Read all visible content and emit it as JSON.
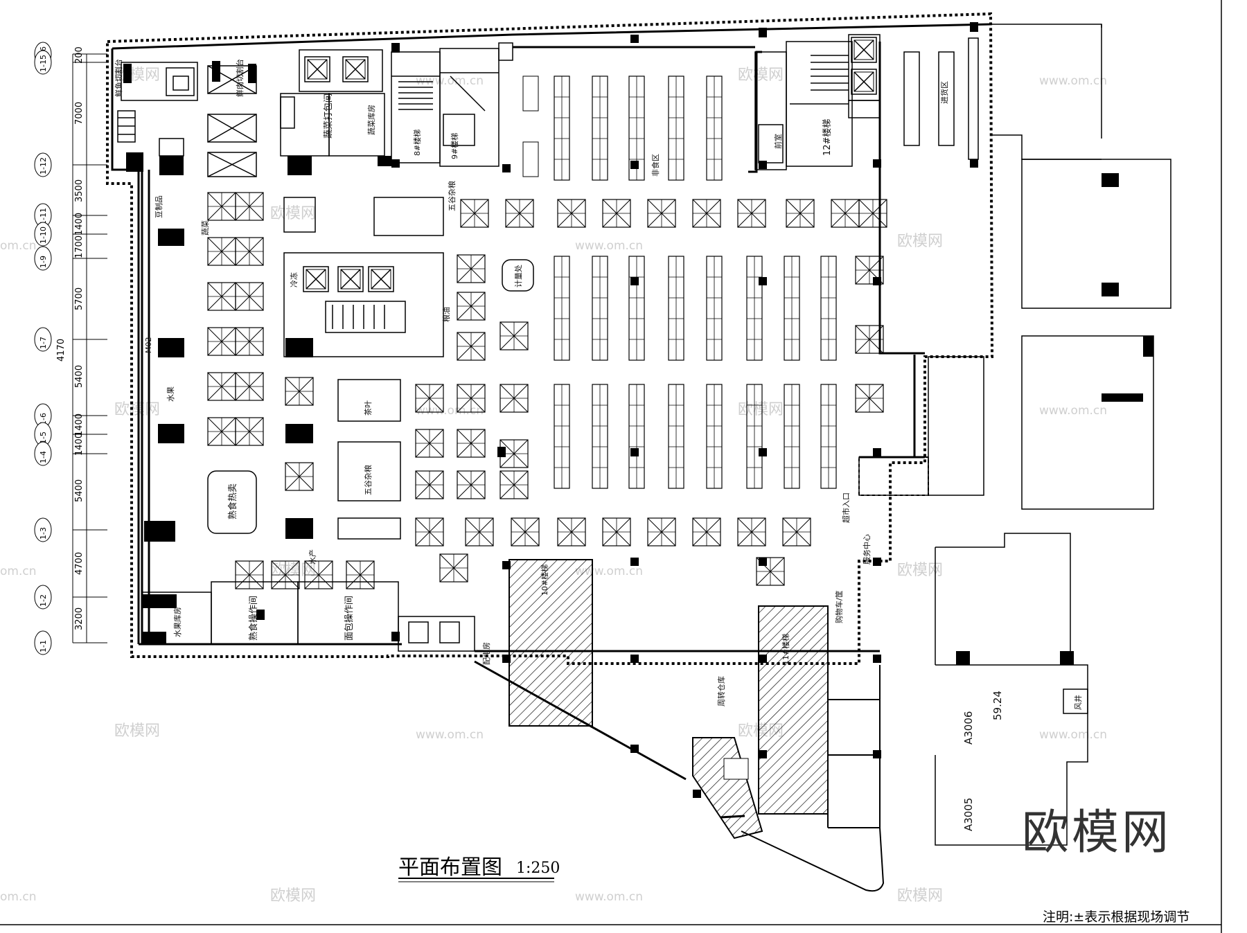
{
  "drawing": {
    "title": "平面布置图",
    "scale": "1:250",
    "note": "注明:±表示根据现场调节",
    "brand_watermark": "欧模网",
    "watermark_text": "欧模网",
    "watermark_url": "www.om.cn",
    "watermark_edge": "om.cn"
  },
  "axes": {
    "labels": [
      "1-16",
      "1-15",
      "1-12",
      "1-11",
      "1-10",
      "1-9",
      "1-7",
      "1-6",
      "1-5",
      "1-4",
      "1-3",
      "1-2",
      "1-1"
    ],
    "dimensions": [
      "200",
      "7000",
      "3500",
      "1400",
      "1700",
      "5700",
      "4170",
      "5400",
      "1400",
      "1400",
      "5400",
      "4700",
      "3200"
    ],
    "wall_tag": "M02"
  },
  "rooms": {
    "fish_station": "鲜鱼切割台",
    "meat_station": "鲜肉切割台",
    "veg_packing": "蔬菜打包间",
    "veg_store": "蔬菜库房",
    "stair_8": "8#楼梯",
    "stair_9": "9#楼梯",
    "stair_12": "12#楼梯",
    "stair_10": "10#楼梯",
    "stair_11": "11#楼梯",
    "front_room": "前室",
    "food_zone": "非食区",
    "receiving": "进货区",
    "grains": "五谷杂粮",
    "tofu": "豆制品",
    "vegetables": "蔬菜",
    "fruit": "水果",
    "hot_food": "熟食热卖",
    "weighing": "计量处",
    "frozen": "冷冻",
    "oils": "粮油",
    "tea": "茶叶",
    "grains2": "五谷杂粮",
    "aquatic": "水产",
    "cooked_op": "熟食操作间",
    "bakery_op": "面包操作间",
    "fruit_store": "水果库房",
    "power_room": "配电房",
    "turnover_store": "周转仓库",
    "entrance": "超市入口",
    "service": "服务中心",
    "cart": "购物车/筐",
    "unit_a3006": "A3006",
    "unit_a3006_area": "59.24",
    "unit_a3005": "A3005",
    "well": "风井"
  },
  "colors": {
    "line": "#000000",
    "watermark": "#cfcfcf",
    "brand": "#333333"
  }
}
